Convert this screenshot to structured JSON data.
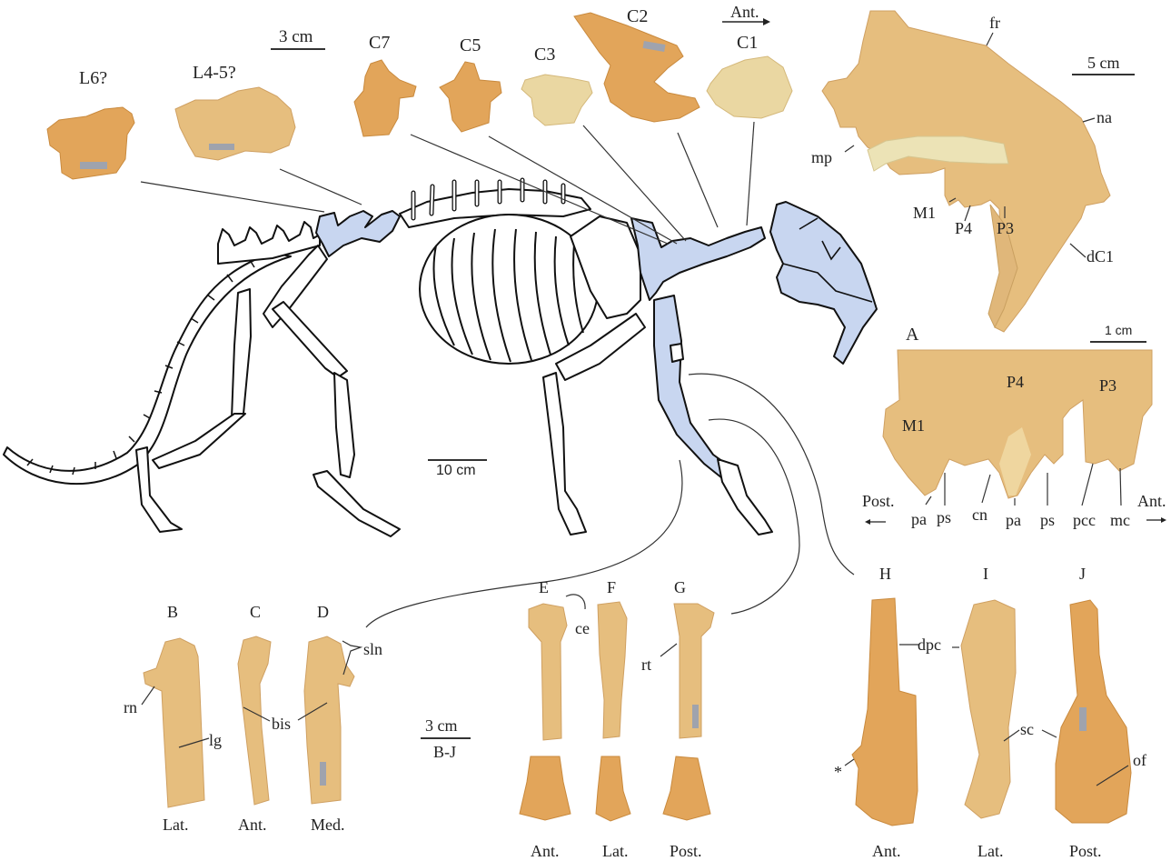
{
  "figure": {
    "type": "anatomical-figure",
    "background_color": "#ffffff",
    "bone_color": "#e2a55a",
    "highlight_color": "#c8d6f0",
    "outline_color": "#111111"
  },
  "vertebrae": {
    "scale_bar": "3 cm",
    "direction": "Ant.",
    "items": [
      {
        "id": "L6",
        "label": "L6?"
      },
      {
        "id": "L4-5",
        "label": "L4-5?"
      },
      {
        "id": "C7",
        "label": "C7"
      },
      {
        "id": "C5",
        "label": "C5"
      },
      {
        "id": "C3",
        "label": "C3"
      },
      {
        "id": "C2",
        "label": "C2"
      },
      {
        "id": "C1",
        "label": "C1"
      }
    ]
  },
  "skull": {
    "scale_bar": "5 cm",
    "labels": {
      "fr": "fr",
      "na": "na",
      "mp": "mp",
      "m1": "M1",
      "p4": "P4",
      "p3": "P3",
      "dc1": "dC1"
    }
  },
  "skeleton": {
    "scale_bar": "10 cm"
  },
  "panel_a": {
    "letter": "A",
    "scale_bar": "1 cm",
    "tooth_labels": {
      "m1": "M1",
      "p4": "P4",
      "p3": "P3"
    },
    "cusp_labels": [
      "pa",
      "ps",
      "cn",
      "pa",
      "ps",
      "pcc",
      "mc"
    ],
    "post": "Post.",
    "ant": "Ant.",
    "arrow_left": "←",
    "arrow_right": "→"
  },
  "ulna_panels": {
    "letters": [
      "B",
      "C",
      "D"
    ],
    "views": [
      "Lat.",
      "Ant.",
      "Med."
    ],
    "labels": {
      "rn": "rn",
      "lg": "lg",
      "bis": "bis",
      "sln": "sln"
    }
  },
  "scale_bj": {
    "value": "3 cm",
    "range": "B-J"
  },
  "radius_panels": {
    "letters": [
      "E",
      "F",
      "G"
    ],
    "views": [
      "Ant.",
      "Lat.",
      "Post."
    ],
    "labels": {
      "ce": "ce",
      "rt": "rt"
    }
  },
  "humerus_panels": {
    "letters": [
      "H",
      "I",
      "J"
    ],
    "views": [
      "Ant.",
      "Lat.",
      "Post."
    ],
    "labels": {
      "dpc_h": "dpc",
      "sc": "sc",
      "of": "of",
      "asterisk": "*"
    }
  }
}
